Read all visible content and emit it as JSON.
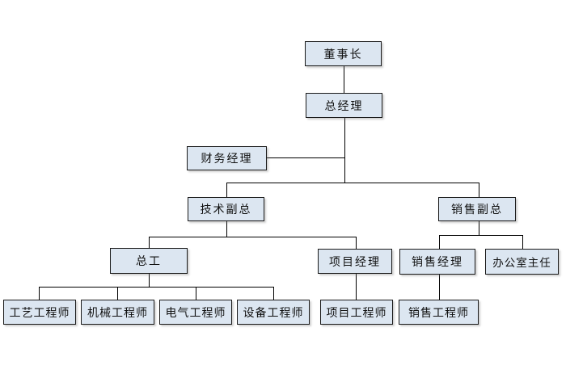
{
  "diagram": {
    "type": "org-chart",
    "colors": {
      "background": "#ffffff",
      "node_fill": "#dce6f1",
      "node_border": "#1a1a1a",
      "connector": "#000000",
      "text": "#111111"
    },
    "nodes": {
      "chairman": {
        "label": "董事长"
      },
      "general_manager": {
        "label": "总经理"
      },
      "finance_manager": {
        "label": "财务经理"
      },
      "technical_vp": {
        "label": "技术副总"
      },
      "sales_vp": {
        "label": "销售副总"
      },
      "chief_engineer": {
        "label": "总工"
      },
      "project_manager": {
        "label": "项目经理"
      },
      "sales_manager": {
        "label": "销售经理"
      },
      "office_director": {
        "label": "办公室主任"
      },
      "process_engineer": {
        "label": "工艺工程师"
      },
      "mechanical_engineer": {
        "label": "机械工程师"
      },
      "electrical_engineer": {
        "label": "电气工程师"
      },
      "equipment_engineer": {
        "label": "设备工程师"
      },
      "project_engineer": {
        "label": "项目工程师"
      },
      "sales_engineer": {
        "label": "销售工程师"
      }
    },
    "edges": [
      [
        "chairman",
        "general_manager"
      ],
      [
        "general_manager",
        "finance_manager"
      ],
      [
        "general_manager",
        "technical_vp"
      ],
      [
        "general_manager",
        "sales_vp"
      ],
      [
        "technical_vp",
        "chief_engineer"
      ],
      [
        "technical_vp",
        "project_manager"
      ],
      [
        "chief_engineer",
        "process_engineer"
      ],
      [
        "chief_engineer",
        "mechanical_engineer"
      ],
      [
        "chief_engineer",
        "electrical_engineer"
      ],
      [
        "chief_engineer",
        "equipment_engineer"
      ],
      [
        "project_manager",
        "project_engineer"
      ],
      [
        "sales_vp",
        "sales_manager"
      ],
      [
        "sales_vp",
        "office_director"
      ],
      [
        "sales_manager",
        "sales_engineer"
      ]
    ]
  }
}
